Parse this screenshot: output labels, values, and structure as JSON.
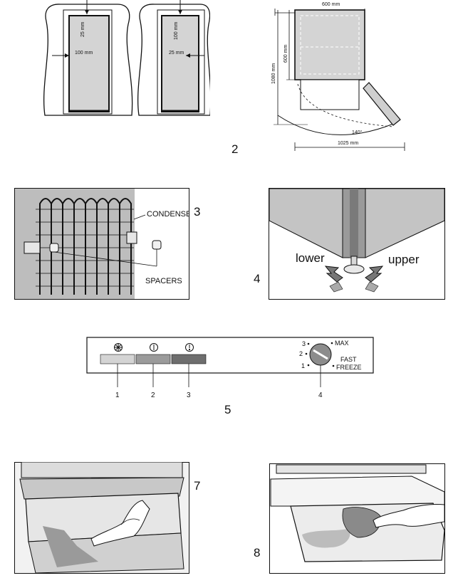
{
  "fig2": {
    "number": "2",
    "left_niche": {
      "top_gap": "25 mm",
      "side_gap": "100 mm"
    },
    "right_niche": {
      "top_gap": "100 mm",
      "side_gap": "25 mm"
    },
    "plan": {
      "width": "600 mm",
      "depth": "600 mm",
      "open_depth": "1080 mm",
      "angle": "140°",
      "open_width": "1025 mm"
    }
  },
  "fig3": {
    "number": "3",
    "condenser": "CONDENSER",
    "spacers": "SPACERS"
  },
  "fig4": {
    "number": "4",
    "lower": "lower",
    "upper": "upper"
  },
  "fig5": {
    "number": "5",
    "callouts": [
      "1",
      "2",
      "3",
      "4"
    ],
    "dial": {
      "pos1": "1",
      "pos2": "2",
      "pos3": "3",
      "max": "MAX",
      "fast": "FAST",
      "freeze": "FREEZE"
    }
  },
  "fig7": {
    "number": "7"
  },
  "fig8": {
    "number": "8"
  }
}
